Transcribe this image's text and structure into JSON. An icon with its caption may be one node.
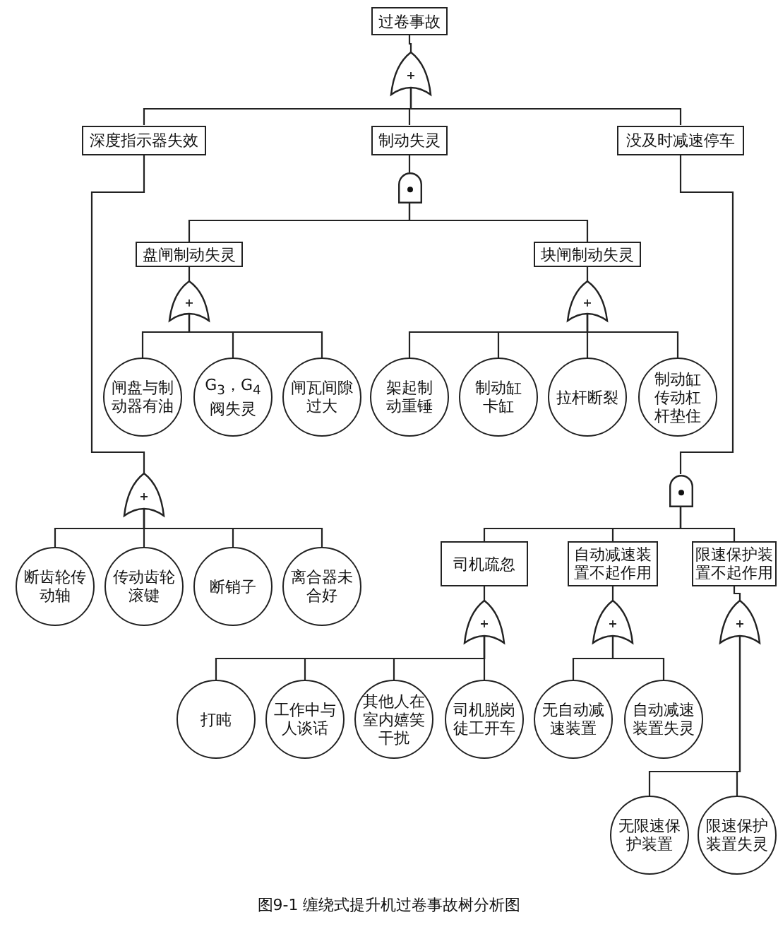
{
  "diagram": {
    "caption": "图9-1 缠绕式提升机过卷事故树分析图",
    "nodes": [
      {
        "text": [
          "过卷事故"
        ]
      },
      {
        "text": [],
        "shape": "or-gate"
      },
      {
        "text": [
          "深度指示器失效"
        ]
      },
      {
        "text": [
          "制动失灵"
        ]
      },
      {
        "text": [
          "没及时减速停车"
        ]
      },
      {
        "text": [],
        "shape": "and-gate"
      },
      {
        "text": [
          "盘闸制动失灵"
        ]
      },
      {
        "text": [
          "块闸制动失灵"
        ]
      },
      {
        "text": [],
        "shape": "or-gate"
      },
      {
        "text": [],
        "shape": "or-gate"
      },
      {
        "text": [
          "闸盘与制动器有油"
        ]
      },
      {
        "text": [
          "G$_{3}$，G$_{4}$阀失灵"
        ]
      },
      {
        "text": [
          "闸瓦间隙过大"
        ]
      },
      {
        "text": [
          "架起制动重锤"
        ]
      },
      {
        "text": [
          "制动缸卡缸"
        ]
      },
      {
        "text": [
          "拉杆断裂"
        ]
      },
      {
        "text": [
          "制动缸传动杠杆垫住"
        ]
      },
      {
        "text": [],
        "shape": "or-gate"
      },
      {
        "text": [],
        "shape": "and-gate"
      },
      {
        "text": [
          "断齿轮传动轴"
        ]
      },
      {
        "text": [
          "传动齿轮滚键"
        ]
      },
      {
        "text": [
          "断销子"
        ]
      },
      {
        "text": [
          "离合器未合好"
        ]
      },
      {
        "text": [
          "司机疏忽"
        ]
      },
      {
        "text": [
          "自动减速装置不起作用"
        ]
      },
      {
        "text": [
          "限速保护装置不起作用"
        ]
      },
      {
        "text": [],
        "shape": "or-gate"
      },
      {
        "text": [],
        "shape": "or-gate"
      },
      {
        "text": [],
        "shape": "or-gate"
      },
      {
        "text": [
          "打盹"
        ]
      },
      {
        "text": [
          "工作中与人谈话"
        ]
      },
      {
        "text": [
          "其他人在室内嬉笑干扰"
        ]
      },
      {
        "text": [
          "司机脱岗徒工开车"
        ]
      },
      {
        "text": [
          "无自动减速装置"
        ]
      },
      {
        "text": [
          "自动减速装置失灵"
        ]
      },
      {
        "text": [
          "无限速保护装置"
        ]
      },
      {
        "text": [
          "限速保护装置失灵"
        ]
      }
    ],
    "edges": [
      {
        "from": 0,
        "to": 1,
        "arrow": "none"
      },
      {
        "from": 1,
        "to": 2,
        "arrow": "none"
      },
      {
        "from": 1,
        "to": 3,
        "arrow": "none"
      },
      {
        "from": 1,
        "to": 4,
        "arrow": "none"
      },
      {
        "from": 3,
        "to": 5,
        "arrow": "none"
      },
      {
        "from": 5,
        "to": 6,
        "arrow": "none"
      },
      {
        "from": 5,
        "to": 7,
        "arrow": "none"
      },
      {
        "from": 6,
        "to": 8,
        "arrow": "none"
      },
      {
        "from": 7,
        "to": 9,
        "arrow": "none"
      },
      {
        "from": 8,
        "to": 10,
        "arrow": "none"
      },
      {
        "from": 8,
        "to": 11,
        "arrow": "none"
      },
      {
        "from": 8,
        "to": 12,
        "arrow": "none"
      },
      {
        "from": 9,
        "to": 13,
        "arrow": "none"
      },
      {
        "from": 9,
        "to": 14,
        "arrow": "none"
      },
      {
        "from": 9,
        "to": 15,
        "arrow": "none"
      },
      {
        "from": 9,
        "to": 16,
        "arrow": "none"
      },
      {
        "from": 2,
        "to": 17,
        "arrow": "none"
      },
      {
        "from": 4,
        "to": 18,
        "arrow": "none"
      },
      {
        "from": 17,
        "to": 19,
        "arrow": "none"
      },
      {
        "from": 17,
        "to": 20,
        "arrow": "none"
      },
      {
        "from": 17,
        "to": 21,
        "arrow": "none"
      },
      {
        "from": 17,
        "to": 22,
        "arrow": "none"
      },
      {
        "from": 18,
        "to": 23,
        "arrow": "none"
      },
      {
        "from": 18,
        "to": 24,
        "arrow": "none"
      },
      {
        "from": 18,
        "to": 25,
        "arrow": "none"
      },
      {
        "from": 23,
        "to": 26,
        "arrow": "none"
      },
      {
        "from": 24,
        "to": 27,
        "arrow": "none"
      },
      {
        "from": 25,
        "to": 28,
        "arrow": "none"
      },
      {
        "from": 26,
        "to": 29,
        "arrow": "none"
      },
      {
        "from": 26,
        "to": 30,
        "arrow": "none"
      },
      {
        "from": 26,
        "to": 31,
        "arrow": "none"
      },
      {
        "from": 26,
        "to": 32,
        "arrow": "none"
      },
      {
        "from": 27,
        "to": 33,
        "arrow": "none"
      },
      {
        "from": 27,
        "to": 34,
        "arrow": "none"
      },
      {
        "from": 28,
        "to": 35,
        "arrow": "none"
      },
      {
        "from": 28,
        "to": 36,
        "arrow": "none"
      }
    ]
  }
}
